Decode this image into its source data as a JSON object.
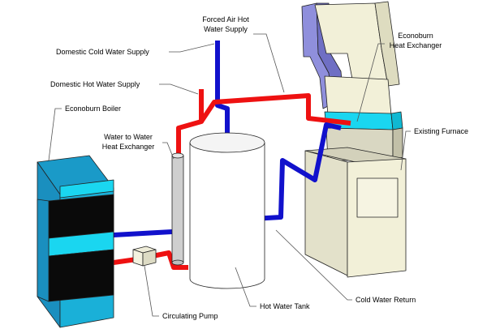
{
  "labels": {
    "forced_air_line1": "Forced Air Hot",
    "forced_air_line2": "Water Supply",
    "domestic_cold": "Domestic Cold Water Supply",
    "domestic_hot": "Domestic Hot Water Supply",
    "econoburn_boiler": "Econoburn Boiler",
    "w2w_line1": "Water to Water",
    "w2w_line2": "Heat Exchanger",
    "econoburn_hx_line1": "Econoburn",
    "econoburn_hx_line2": "Heat Exchanger",
    "existing_furnace": "Existing Furnace",
    "cold_water_return": "Cold Water Return",
    "hot_water_tank": "Hot Water Tank",
    "circulating_pump": "Circulating Pump"
  },
  "colors": {
    "hot_pipe": "#ee1111",
    "cold_pipe": "#1111cc",
    "accent_cyan": "#1ad6f0",
    "boiler_blue": "#1ab0d8",
    "furnace_cream": "#f2f0d8",
    "duct_lavender": "#8f8fdc"
  }
}
